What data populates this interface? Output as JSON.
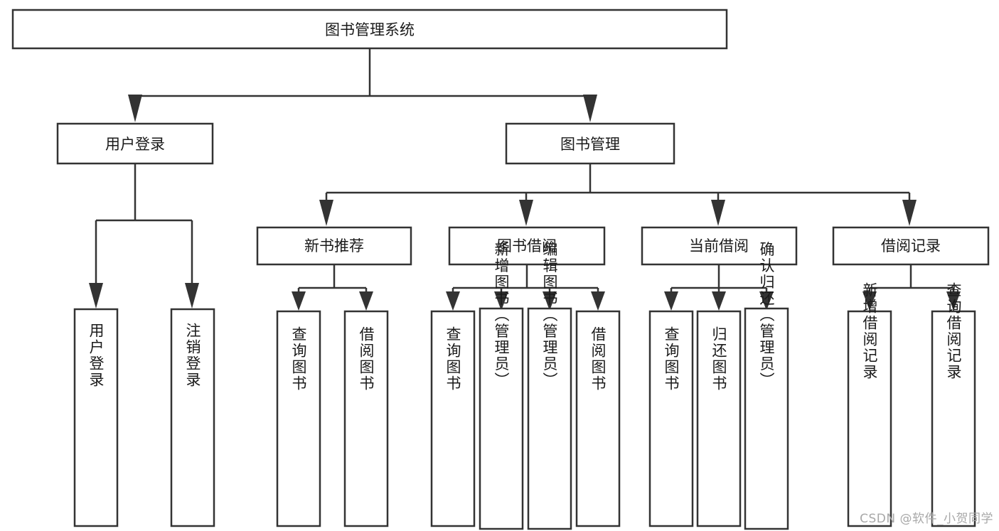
{
  "diagram": {
    "type": "tree-hierarchy",
    "title": "图书管理系统",
    "watermark": "CSDN @软件_小贺同学",
    "colors": {
      "box_stroke": "#333333",
      "box_fill": "#ffffff",
      "text": "#1a1a1a",
      "background": "#ffffff",
      "watermark": "#a8a8a8"
    },
    "root": {
      "label": "图书管理系统"
    },
    "level2": [
      {
        "label": "用户登录"
      },
      {
        "label": "图书管理"
      }
    ],
    "level3": [
      {
        "label": "新书推荐"
      },
      {
        "label": "图书借阅"
      },
      {
        "label": "当前借阅"
      },
      {
        "label": "借阅记录"
      }
    ],
    "leaves_user_login": [
      {
        "label": "用户登录"
      },
      {
        "label": "注销登录"
      }
    ],
    "leaves_new_book": [
      {
        "label": "查询图书"
      },
      {
        "label": "借阅图书"
      }
    ],
    "leaves_borrow": [
      {
        "label": "查询图书"
      },
      {
        "label": "新增图书（管理员）"
      },
      {
        "label": "编辑图书（管理员）"
      },
      {
        "label": "借阅图书"
      }
    ],
    "leaves_current": [
      {
        "label": "查询图书"
      },
      {
        "label": "归还图书"
      },
      {
        "label": "确认归还（管理员）"
      }
    ],
    "leaves_records": [
      {
        "label": "新增借阅记录"
      },
      {
        "label": "查询借阅记录"
      }
    ]
  }
}
